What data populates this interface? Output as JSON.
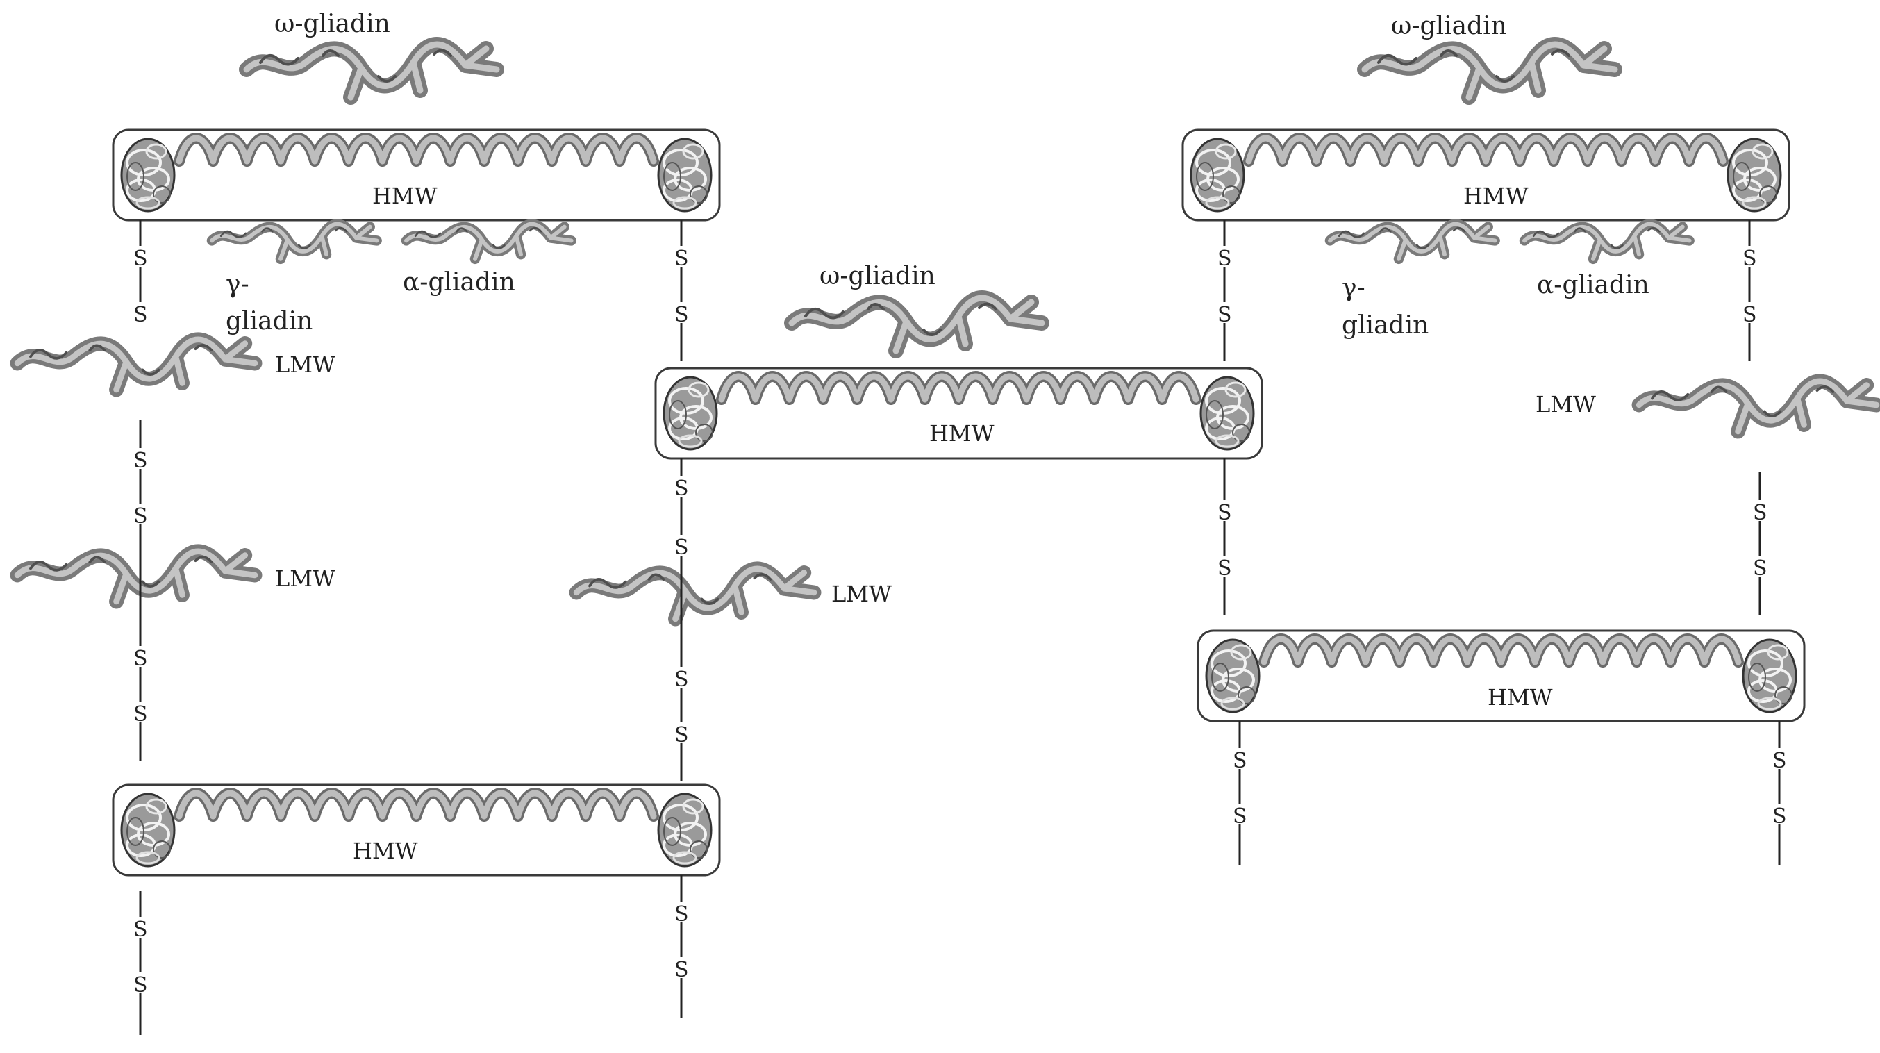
{
  "diagram": {
    "labels": {
      "omega_gliadin": "ω-gliadin",
      "gamma_gliadin_line1": "γ-",
      "gamma_gliadin_line2": "gliadin",
      "alpha_gliadin": "α-gliadin",
      "hmw": "HMW",
      "lmw": "LMW",
      "sulfur": "S"
    },
    "colors": {
      "ink": "#222222",
      "helix_fill": "#bdbdbd",
      "helix_dark": "#6b6b6b",
      "box_stroke": "#3a3a3a",
      "globule_fill": "#8a8a8a",
      "protein_fill": "#9a9a9a"
    }
  }
}
